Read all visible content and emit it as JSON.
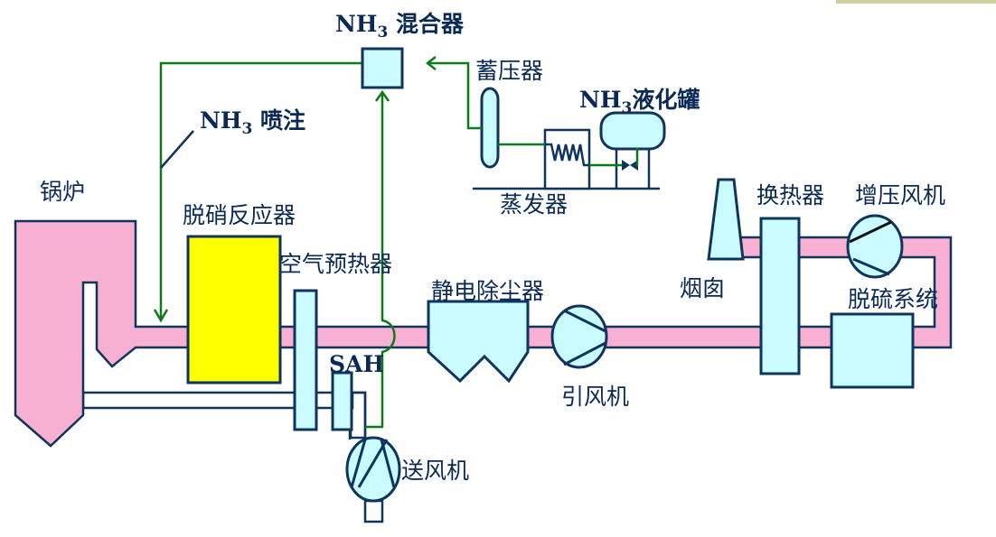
{
  "diagram": {
    "title": "SCR flue gas denitrification process flow",
    "labels": {
      "nh3_mixer": {
        "prefix": "NH",
        "subscript": "3",
        "suffix": " 混合器"
      },
      "nh3_injection": {
        "prefix": "NH",
        "subscript": "3",
        "suffix": " 喷注"
      },
      "accumulator": "蓄压器",
      "nh3_tank": {
        "prefix": "NH",
        "subscript": "3",
        "suffix": "液化罐"
      },
      "evaporator": "蒸发器",
      "boiler": "锅炉",
      "denox_reactor": "脱硝反应器",
      "air_preheater": "空气预热器",
      "sah": "SAH",
      "esp": "静电除尘器",
      "id_fan": "引风机",
      "fd_fan": "送风机",
      "chimney": "烟囱",
      "heat_exchanger": "换热器",
      "booster_fan": "增压风机",
      "fgd_system": "脱硫系统"
    },
    "colors": {
      "flue_gas": "#f7b0d2",
      "equipment": "#c9fbff",
      "reactor": "#ffff00",
      "nh3_line": "#0d7a1a",
      "outline": "#0f355f",
      "text": "#0a2a55"
    }
  }
}
